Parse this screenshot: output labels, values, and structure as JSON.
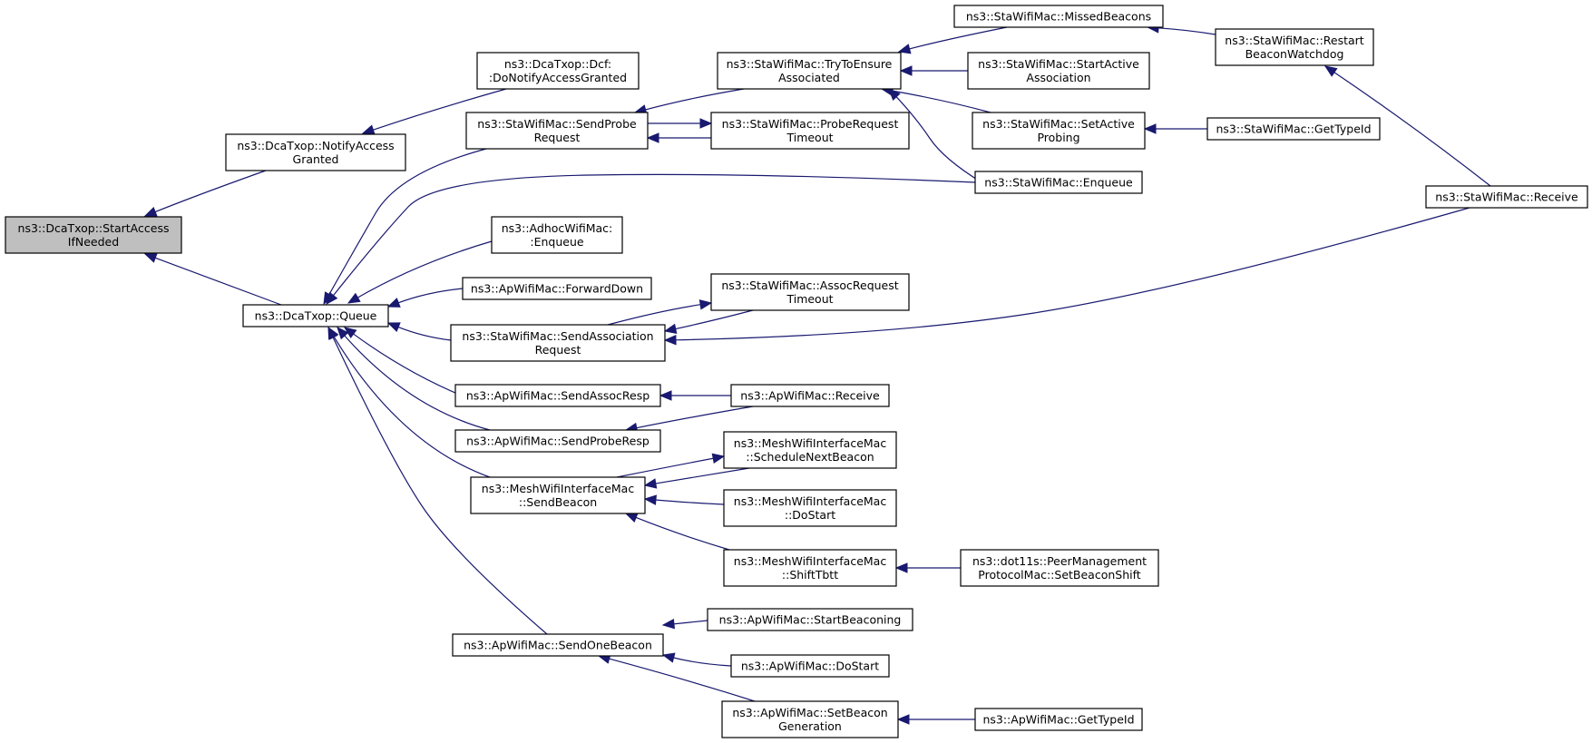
{
  "colors": {
    "edge": "#191970",
    "node_border": "#000000",
    "focus_fill": "#bfbfbf",
    "node_fill": "#ffffff"
  },
  "nodes": [
    {
      "id": "startaccess",
      "lines": [
        "ns3::DcaTxop::StartAccess",
        "IfNeeded"
      ],
      "focus": true
    },
    {
      "id": "notifyaccess",
      "lines": [
        "ns3::DcaTxop::NotifyAccess",
        "Granted"
      ]
    },
    {
      "id": "queue",
      "lines": [
        "ns3::DcaTxop::Queue"
      ]
    },
    {
      "id": "dcf",
      "lines": [
        "ns3::DcaTxop::Dcf:",
        ":DoNotifyAccessGranted"
      ]
    },
    {
      "id": "sendprobereq",
      "lines": [
        "ns3::StaWifiMac::SendProbe",
        "Request"
      ]
    },
    {
      "id": "adhocenq",
      "lines": [
        "ns3::AdhocWifiMac:",
        ":Enqueue"
      ]
    },
    {
      "id": "forwarddown",
      "lines": [
        "ns3::ApWifiMac::ForwardDown"
      ]
    },
    {
      "id": "sendassocreq",
      "lines": [
        "ns3::StaWifiMac::SendAssociation",
        "Request"
      ]
    },
    {
      "id": "sendassocresp",
      "lines": [
        "ns3::ApWifiMac::SendAssocResp"
      ]
    },
    {
      "id": "sendproberesp",
      "lines": [
        "ns3::ApWifiMac::SendProbeResp"
      ]
    },
    {
      "id": "meshsendbeacon",
      "lines": [
        "ns3::MeshWifiInterfaceMac",
        "::SendBeacon"
      ]
    },
    {
      "id": "sendonebeacon",
      "lines": [
        "ns3::ApWifiMac::SendOneBeacon"
      ]
    },
    {
      "id": "trytoensure",
      "lines": [
        "ns3::StaWifiMac::TryToEnsure",
        "Associated"
      ]
    },
    {
      "id": "probereqtimeout",
      "lines": [
        "ns3::StaWifiMac::ProbeRequest",
        "Timeout"
      ]
    },
    {
      "id": "assocreqtimeout",
      "lines": [
        "ns3::StaWifiMac::AssocRequest",
        "Timeout"
      ]
    },
    {
      "id": "apreceive",
      "lines": [
        "ns3::ApWifiMac::Receive"
      ]
    },
    {
      "id": "schednextbeacon",
      "lines": [
        "ns3::MeshWifiInterfaceMac",
        "::ScheduleNextBeacon"
      ]
    },
    {
      "id": "meshdostart",
      "lines": [
        "ns3::MeshWifiInterfaceMac",
        "::DoStart"
      ]
    },
    {
      "id": "shifttbtt",
      "lines": [
        "ns3::MeshWifiInterfaceMac",
        "::ShiftTbtt"
      ]
    },
    {
      "id": "startbeaconing",
      "lines": [
        "ns3::ApWifiMac::StartBeaconing"
      ]
    },
    {
      "id": "apdostart",
      "lines": [
        "ns3::ApWifiMac::DoStart"
      ]
    },
    {
      "id": "setbeacongen",
      "lines": [
        "ns3::ApWifiMac::SetBeacon",
        "Generation"
      ]
    },
    {
      "id": "missedbeacons",
      "lines": [
        "ns3::StaWifiMac::MissedBeacons"
      ]
    },
    {
      "id": "startactiveassoc",
      "lines": [
        "ns3::StaWifiMac::StartActive",
        "Association"
      ]
    },
    {
      "id": "setactiveprobing",
      "lines": [
        "ns3::StaWifiMac::SetActive",
        "Probing"
      ]
    },
    {
      "id": "staenqueue",
      "lines": [
        "ns3::StaWifiMac::Enqueue"
      ]
    },
    {
      "id": "peermgmt",
      "lines": [
        "ns3::dot11s::PeerManagement",
        "ProtocolMac::SetBeaconShift"
      ]
    },
    {
      "id": "apgettypeid",
      "lines": [
        "ns3::ApWifiMac::GetTypeId"
      ]
    },
    {
      "id": "restartbeacon",
      "lines": [
        "ns3::StaWifiMac::Restart",
        "BeaconWatchdog"
      ]
    },
    {
      "id": "stagettypeid",
      "lines": [
        "ns3::StaWifiMac::GetTypeId"
      ]
    },
    {
      "id": "stareceive",
      "lines": [
        "ns3::StaWifiMac::Receive"
      ]
    }
  ],
  "edges": [
    {
      "from": "notifyaccess",
      "to": "startaccess"
    },
    {
      "from": "queue",
      "to": "startaccess"
    },
    {
      "from": "dcf",
      "to": "notifyaccess"
    },
    {
      "from": "sendprobereq",
      "to": "queue"
    },
    {
      "from": "staenqueue",
      "to": "queue"
    },
    {
      "from": "adhocenq",
      "to": "queue"
    },
    {
      "from": "forwarddown",
      "to": "queue"
    },
    {
      "from": "sendassocreq",
      "to": "queue"
    },
    {
      "from": "sendassocresp",
      "to": "queue"
    },
    {
      "from": "sendproberesp",
      "to": "queue"
    },
    {
      "from": "meshsendbeacon",
      "to": "queue"
    },
    {
      "from": "sendonebeacon",
      "to": "queue"
    },
    {
      "from": "trytoensure",
      "to": "sendprobereq"
    },
    {
      "from": "probereqtimeout",
      "to": "sendprobereq"
    },
    {
      "from": "sendprobereq",
      "to": "probereqtimeout"
    },
    {
      "from": "missedbeacons",
      "to": "trytoensure"
    },
    {
      "from": "startactiveassoc",
      "to": "trytoensure"
    },
    {
      "from": "setactiveprobing",
      "to": "trytoensure"
    },
    {
      "from": "staenqueue",
      "to": "trytoensure"
    },
    {
      "from": "restartbeacon",
      "to": "missedbeacons"
    },
    {
      "from": "stareceive",
      "to": "restartbeacon"
    },
    {
      "from": "stagettypeid",
      "to": "setactiveprobing"
    },
    {
      "from": "assocreqtimeout",
      "to": "sendassocreq"
    },
    {
      "from": "sendassocreq",
      "to": "assocreqtimeout"
    },
    {
      "from": "stareceive",
      "to": "sendassocreq"
    },
    {
      "from": "apreceive",
      "to": "sendassocresp"
    },
    {
      "from": "apreceive",
      "to": "sendproberesp"
    },
    {
      "from": "schednextbeacon",
      "to": "meshsendbeacon"
    },
    {
      "from": "meshsendbeacon",
      "to": "schednextbeacon"
    },
    {
      "from": "meshdostart",
      "to": "meshsendbeacon"
    },
    {
      "from": "shifttbtt",
      "to": "meshsendbeacon"
    },
    {
      "from": "peermgmt",
      "to": "shifttbtt"
    },
    {
      "from": "startbeaconing",
      "to": "sendonebeacon"
    },
    {
      "from": "apdostart",
      "to": "sendonebeacon"
    },
    {
      "from": "setbeacongen",
      "to": "sendonebeacon"
    },
    {
      "from": "apgettypeid",
      "to": "setbeacongen"
    }
  ]
}
